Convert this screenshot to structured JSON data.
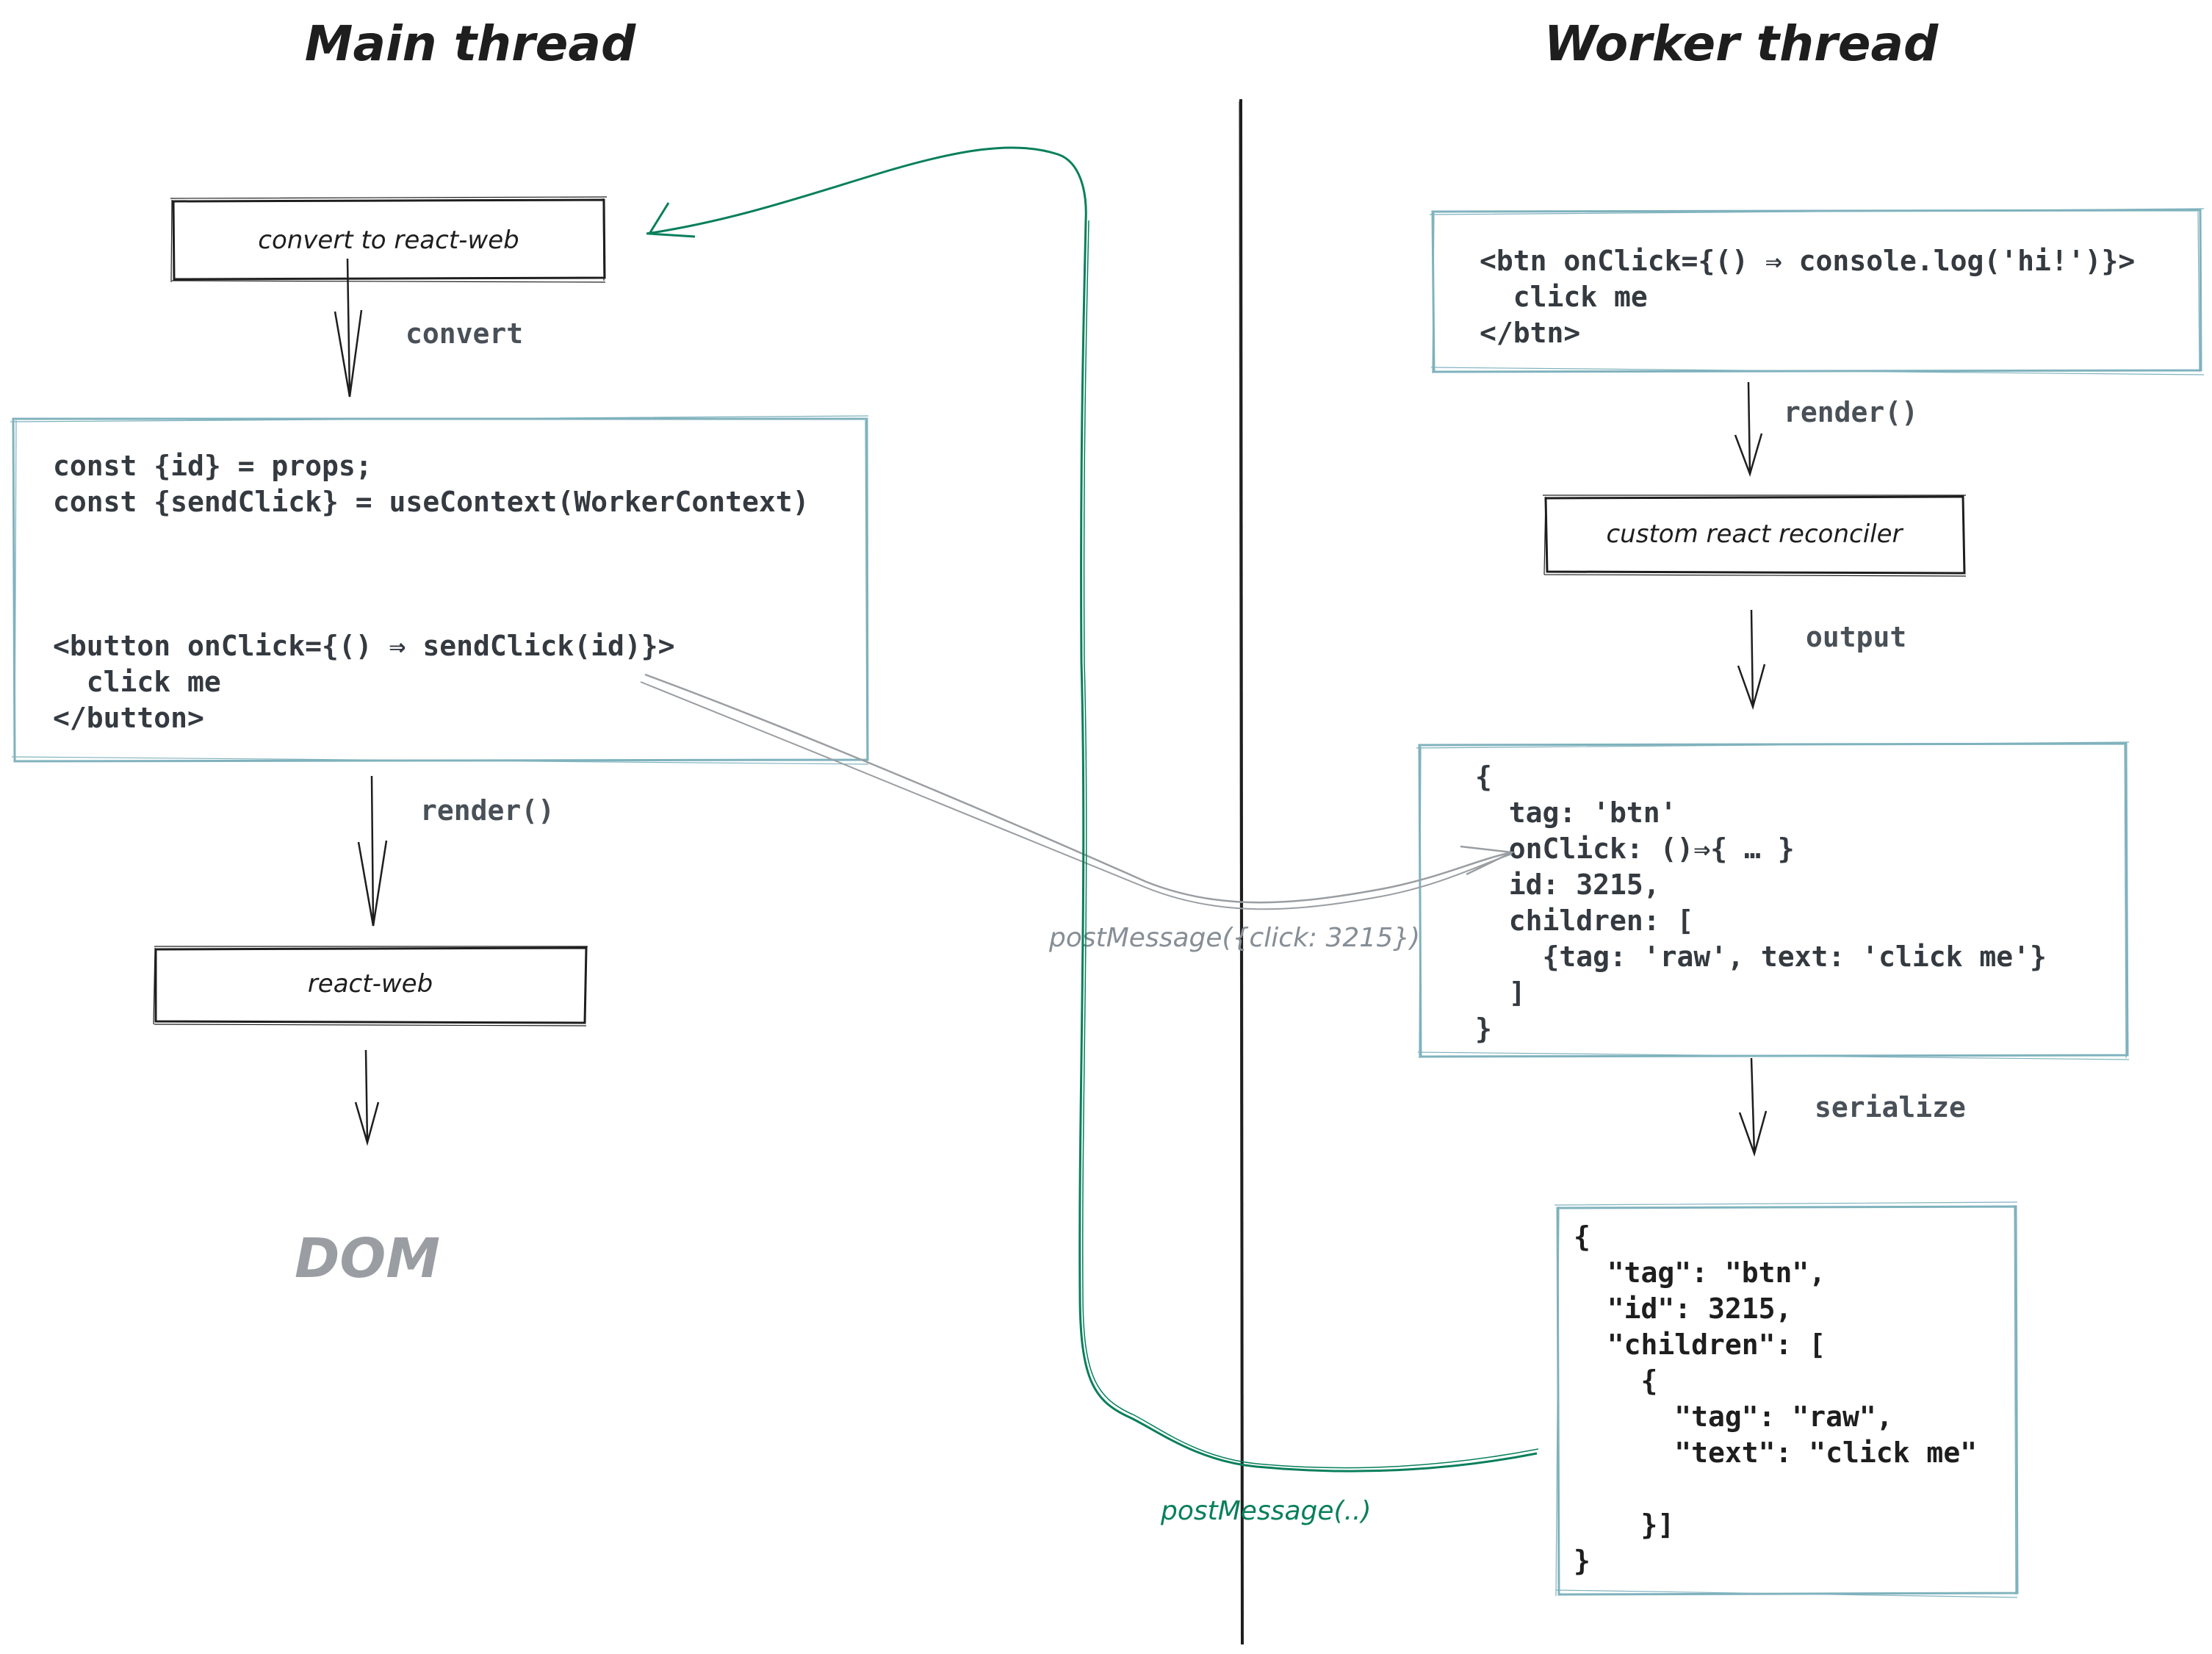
{
  "colors": {
    "ink": "#1e1e1e",
    "code_text": "#343a40",
    "edge_label": "#495057",
    "code_box_border": "#7fb2bd",
    "gray_arrow": "#9a9ea2",
    "gray_label": "#868e96",
    "green_arrow": "#087f5b",
    "dom_label": "#9a9ea2"
  },
  "main_thread": {
    "title": "Main thread",
    "convert_box_label": "convert to react-web",
    "convert_edge_label": "convert",
    "component_code": {
      "lines": [
        "const {id} = props;",
        "const {sendClick} = useContext(WorkerContext)",
        "",
        "",
        "<button onClick={() ⇒ sendClick(id)}>",
        "  click me",
        "</button>"
      ]
    },
    "render_edge_label": "render()",
    "react_web_box_label": "react-web",
    "output_label": "DOM"
  },
  "worker_thread": {
    "title": "Worker thread",
    "source_code": {
      "lines": [
        "<btn onClick={() ⇒ console.log('hi!')}>",
        "  click me",
        "</btn>"
      ]
    },
    "render_edge_label": "render()",
    "reconciler_box_label": "custom react reconciler",
    "output_edge_label": "output",
    "output_tree": {
      "lines": [
        "{",
        "  tag: 'btn'",
        "  onClick: ()⇒{ … }",
        "  id: 3215,",
        "  children: [",
        "    {tag: 'raw', text: 'click me'}",
        "  ]",
        "}"
      ]
    },
    "serialize_edge_label": "serialize",
    "serialized_json": {
      "lines": [
        "{",
        "  \"tag\": \"btn\",",
        "  \"id\": 3215,",
        "  \"children\": [",
        "    {",
        "      \"tag\": \"raw\",",
        "      \"text\": \"click me\"",
        "",
        "    }]",
        "}"
      ]
    }
  },
  "cross_thread": {
    "click_message_label": "postMessage({click: 3215})",
    "tree_message_label": "postMessage(..)"
  }
}
